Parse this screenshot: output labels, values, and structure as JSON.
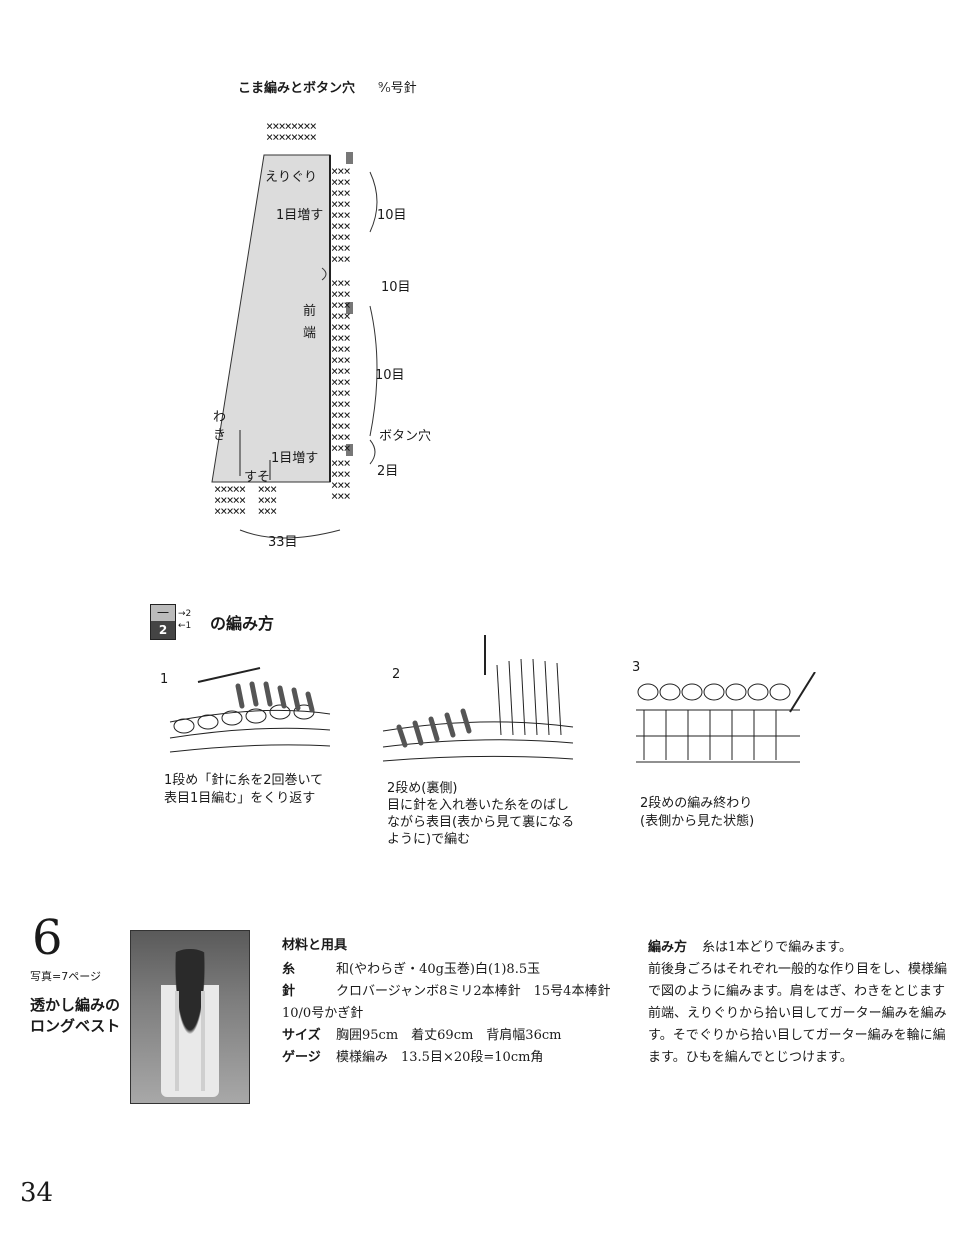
{
  "crochet_chart": {
    "title": "こま編みとボタン穴",
    "hook": "⁹⁄₀号針",
    "labels": {
      "neckline": "えりぐり",
      "inc_top": "1目増す",
      "count_10a": "10目",
      "count_10b": "10目",
      "front_1": "前",
      "front_2": "端",
      "count_10c": "10目",
      "side_1": "わ",
      "side_2": "き",
      "buttonhole": "ボタン穴",
      "inc_bottom": "1目増す",
      "hem": "すそ",
      "count_2": "2目",
      "count_33": "33目"
    }
  },
  "technique": {
    "title": "の編み方",
    "symbol_top": "一",
    "symbol_bottom": "2",
    "symbol_marks": "→2 ←1",
    "steps": [
      {
        "number": "1",
        "line1": "1段め「針に糸を2回巻いて",
        "line2": "表目1目編む」をくり返す",
        "line3": "",
        "line4": ""
      },
      {
        "number": "2",
        "line1": "2段め(裏側)",
        "line2": "目に針を入れ巻いた糸をのばし",
        "line3": "ながら表目(表から見て裏になる",
        "line4": "ように)で編む"
      },
      {
        "number": "3",
        "line1": "2段めの編み終わり",
        "line2": "(表側から見た状態)",
        "line3": "",
        "line4": ""
      }
    ]
  },
  "project": {
    "number": "6",
    "photo_ref": "写真=7ページ",
    "title_1": "透かし編みの",
    "title_2": "ロングベスト",
    "materials_heading": "材料と用具",
    "yarn_label": "糸",
    "yarn_value": "和(やわらぎ・40g玉巻)白(1)8.5玉",
    "needle_label": "針",
    "needle_value": "クロバージャンボ8ミリ2本棒針　15号4本棒針",
    "hook_value": "10/0号かぎ針",
    "size_label": "サイズ",
    "size_value": "胸囲95cm　着丈69cm　背肩幅36cm",
    "gauge_label": "ゲージ",
    "gauge_value": "模様編み　13.5目×20段=10cm角",
    "method_heading": "編み方",
    "method_lines": [
      "糸は1本どりで編みます。",
      "前後身ごろはそれぞれ一般的な作り目をし、模様編",
      "で図のように編みます。肩をはぎ、わきをとじます",
      "前端、えりぐりから拾い目してガーター編みを編み",
      "す。そでぐりから拾い目してガーター編みを輪に編",
      "ます。ひもを編んでとじつけます。"
    ]
  },
  "page_number": "34"
}
